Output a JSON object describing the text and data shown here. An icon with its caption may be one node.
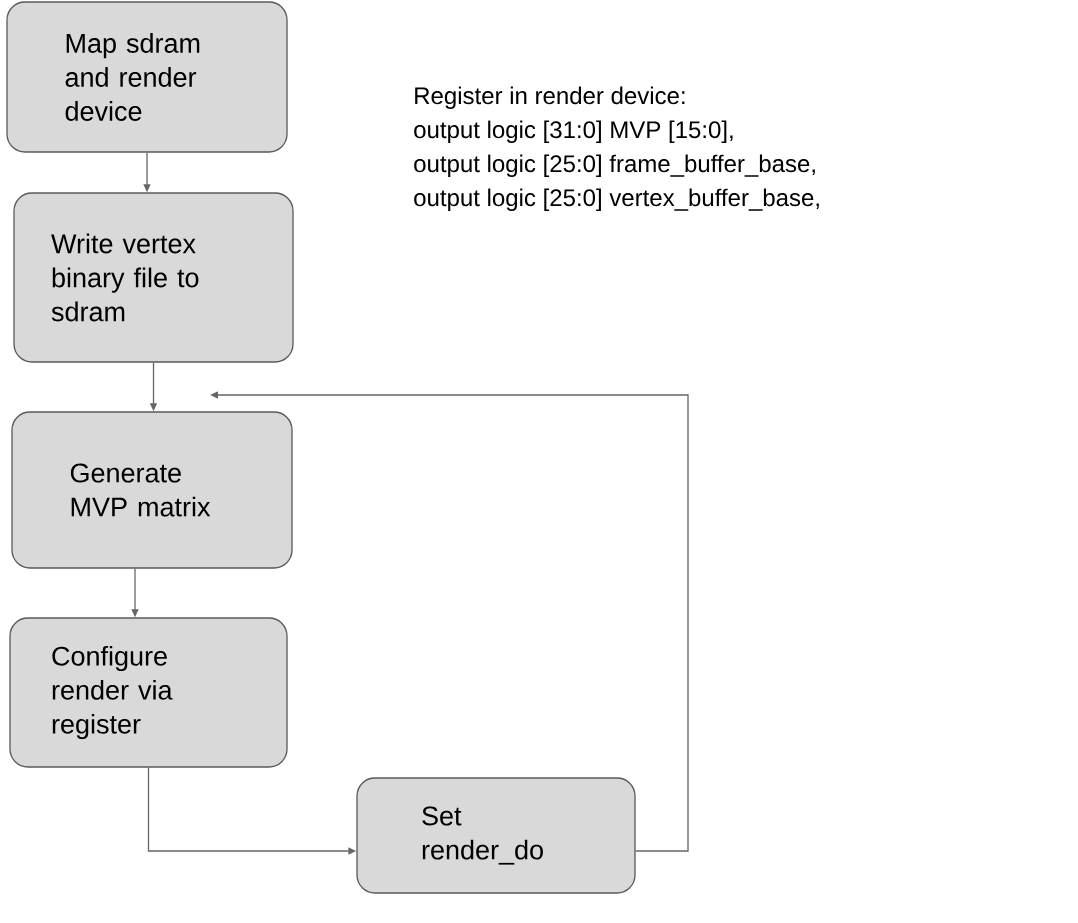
{
  "diagram": {
    "nodes": [
      {
        "text": [
          "Map sdram and render device"
        ]
      },
      {
        "text": [
          "Write vertex binary file to sdram"
        ]
      },
      {
        "text": [
          "Generate MVP matrix"
        ]
      },
      {
        "text": [
          "Configure render via register"
        ]
      },
      {
        "text": [
          "Set render_do"
        ]
      }
    ],
    "edges": [
      {
        "from": 0,
        "to": 1,
        "arrow": "to"
      },
      {
        "from": 1,
        "to": 2,
        "arrow": "to"
      },
      {
        "from": 2,
        "to": 3,
        "arrow": "to"
      },
      {
        "from": 3,
        "to": 4,
        "arrow": "to"
      },
      {
        "from": 4,
        "to": null,
        "arrow": "to"
      }
    ],
    "labels": [
      "Register in render device:",
      "output logic [31:0] MVP [15:0],",
      "output logic [25:0] frame_buffer_base,",
      "output logic [25:0] vertex_buffer_base,"
    ]
  }
}
